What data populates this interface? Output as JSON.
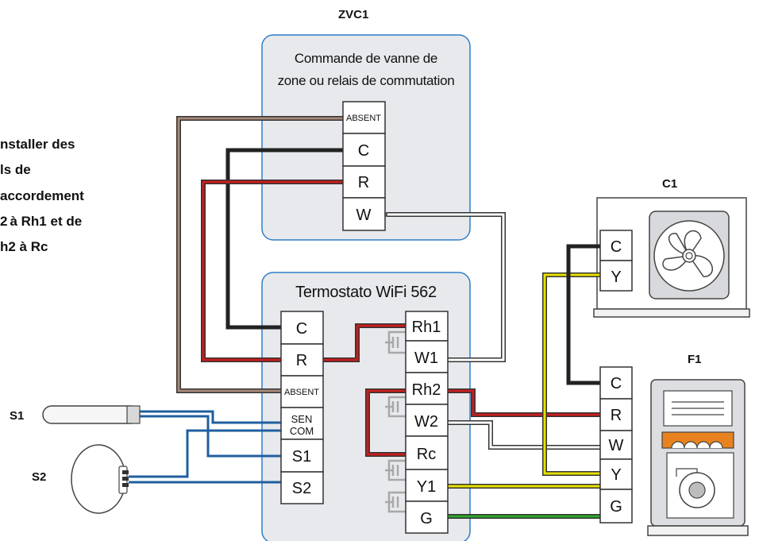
{
  "colors": {
    "panel_fill": "#e7e9ec",
    "panel_stroke": "#2f7fc8",
    "wire_red": "#c81e1e",
    "wire_black": "#222222",
    "wire_white": "#ffffff",
    "wire_tan": "#a88a7a",
    "wire_yellow": "#e8e000",
    "wire_green": "#2ea82e",
    "wire_blue": "#1f5f9f",
    "jumper_gray": "#a8a8a8"
  },
  "zvc1": {
    "id_label": "ZVC1",
    "title_line1": "Commande de vanne de",
    "title_line2": "zone ou relais de commutation",
    "terminals": [
      "ABSENT",
      "C",
      "R",
      "W"
    ]
  },
  "thermostat": {
    "title": "Termostato WiFi 562",
    "left_terminals": [
      "C",
      "R",
      "ABSENT",
      "SEN",
      "COM",
      "S1",
      "S2"
    ],
    "right_terminals": [
      "Rh1",
      "W1",
      "Rh2",
      "W2",
      "Rc",
      "Y1",
      "G"
    ]
  },
  "note": {
    "lines": [
      "nstaller des",
      "ls de",
      "accordement",
      "à Rh1 et de",
      "h2 à Rc"
    ]
  },
  "c1": {
    "id_label": "C1",
    "terminals": [
      "C",
      "Y"
    ],
    "icon": "fan-icon"
  },
  "f1": {
    "id_label": "F1",
    "terminals": [
      "C",
      "R",
      "W",
      "Y",
      "G"
    ],
    "icon": "furnace-icon"
  },
  "sensors": {
    "s1_label": "S1",
    "s2_label": "S2"
  }
}
